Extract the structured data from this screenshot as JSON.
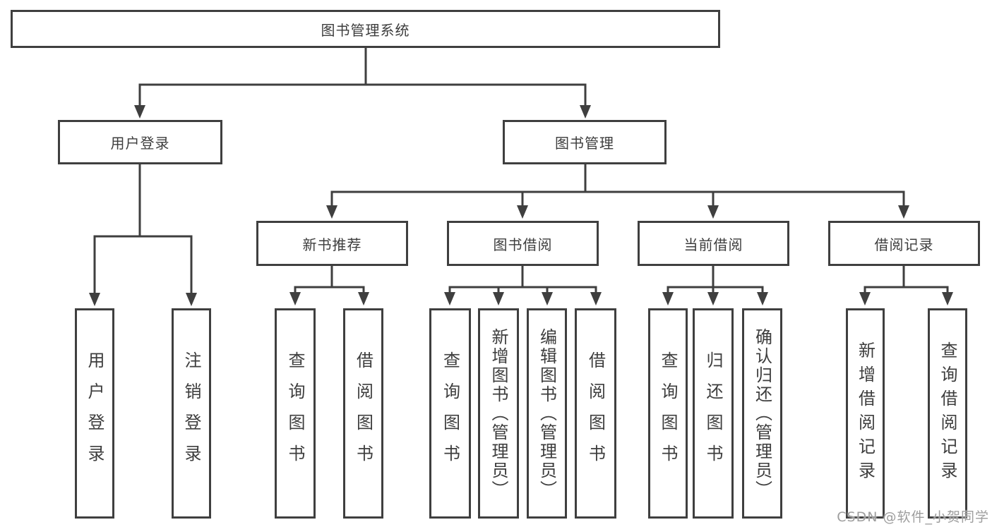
{
  "tree": {
    "label": "图书管理系统",
    "children": [
      {
        "label": "用户登录",
        "children": [
          {
            "label": "用户登录"
          },
          {
            "label": "注销登录"
          }
        ]
      },
      {
        "label": "图书管理",
        "children": [
          {
            "label": "新书推荐",
            "children": [
              {
                "label": "查询图书"
              },
              {
                "label": "借阅图书"
              }
            ]
          },
          {
            "label": "图书借阅",
            "children": [
              {
                "label": "查询图书"
              },
              {
                "label": "新增图书（管理员）"
              },
              {
                "label": "编辑图书（管理员）"
              },
              {
                "label": "借阅图书"
              }
            ]
          },
          {
            "label": "当前借阅",
            "children": [
              {
                "label": "查询图书"
              },
              {
                "label": "归还图书"
              },
              {
                "label": "确认归还（管理员）"
              }
            ]
          },
          {
            "label": "借阅记录",
            "children": [
              {
                "label": "新增借阅记录"
              },
              {
                "label": "查询借阅记录"
              }
            ]
          }
        ]
      }
    ]
  },
  "watermark": {
    "text": "CSDN @软件_小贺同学"
  },
  "colors": {
    "line": "#3f3f3f",
    "text": "#3d3d3d",
    "watermark": "#9e9e9e",
    "background": "#ffffff"
  }
}
